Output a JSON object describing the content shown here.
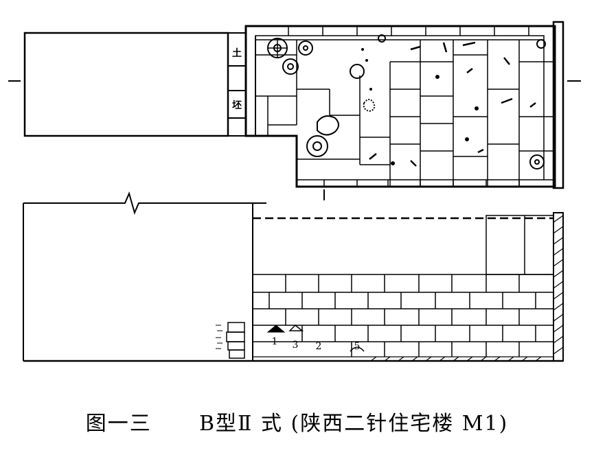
{
  "plan_labels": {
    "tu": "土",
    "pi": "坯"
  },
  "section_labels": {
    "n1": "1",
    "n2": "2",
    "n3": "3",
    "n5": "5"
  },
  "caption": {
    "fig_no": "图一三",
    "type": "B型Ⅱ 式",
    "site": "(陕西二针住宅楼 M1)"
  }
}
